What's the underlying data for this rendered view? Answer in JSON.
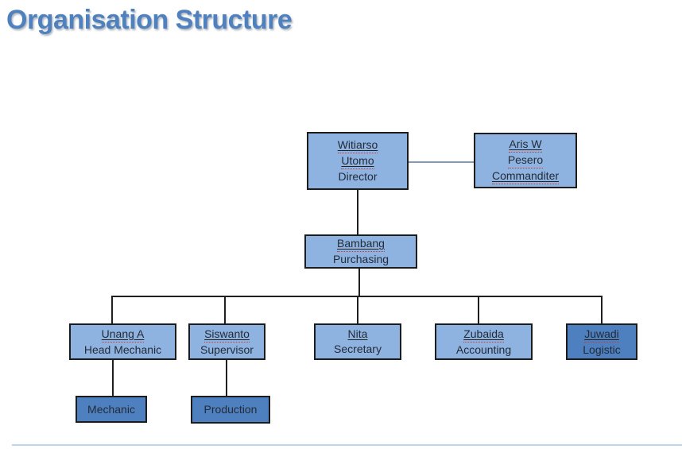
{
  "title": "Organisation Structure",
  "colors": {
    "title_text": "#4E81BD",
    "box_light_fill": "#8FB3E0",
    "box_dark_fill": "#4E80C0",
    "box_border": "#1c1c1c",
    "connector": "#1f1f1f",
    "peer_connector": "#7F9DB9",
    "spellcheck_underline": "#c33a3a",
    "bottom_rule": "#BDD6EE"
  },
  "boxes": [
    {
      "id": "director",
      "lines": [
        "Witiarso",
        "Utomo",
        "Director"
      ]
    },
    {
      "id": "commanditer",
      "lines": [
        "Aris W",
        "Pesero",
        "Commanditer"
      ]
    },
    {
      "id": "purchasing",
      "lines": [
        "Bambang",
        "Purchasing"
      ]
    },
    {
      "id": "head-mechanic",
      "lines": [
        "Unang A",
        "Head Mechanic"
      ]
    },
    {
      "id": "supervisor",
      "lines": [
        "Siswanto",
        "Supervisor"
      ]
    },
    {
      "id": "secretary",
      "lines": [
        "Nita",
        "Secretary"
      ]
    },
    {
      "id": "accounting",
      "lines": [
        "Zubaida",
        "Accounting"
      ]
    },
    {
      "id": "logistic",
      "lines": [
        "Juwadi",
        "Logistic"
      ]
    },
    {
      "id": "mechanic",
      "lines": [
        "Mechanic"
      ]
    },
    {
      "id": "production",
      "lines": [
        "Production"
      ]
    }
  ]
}
